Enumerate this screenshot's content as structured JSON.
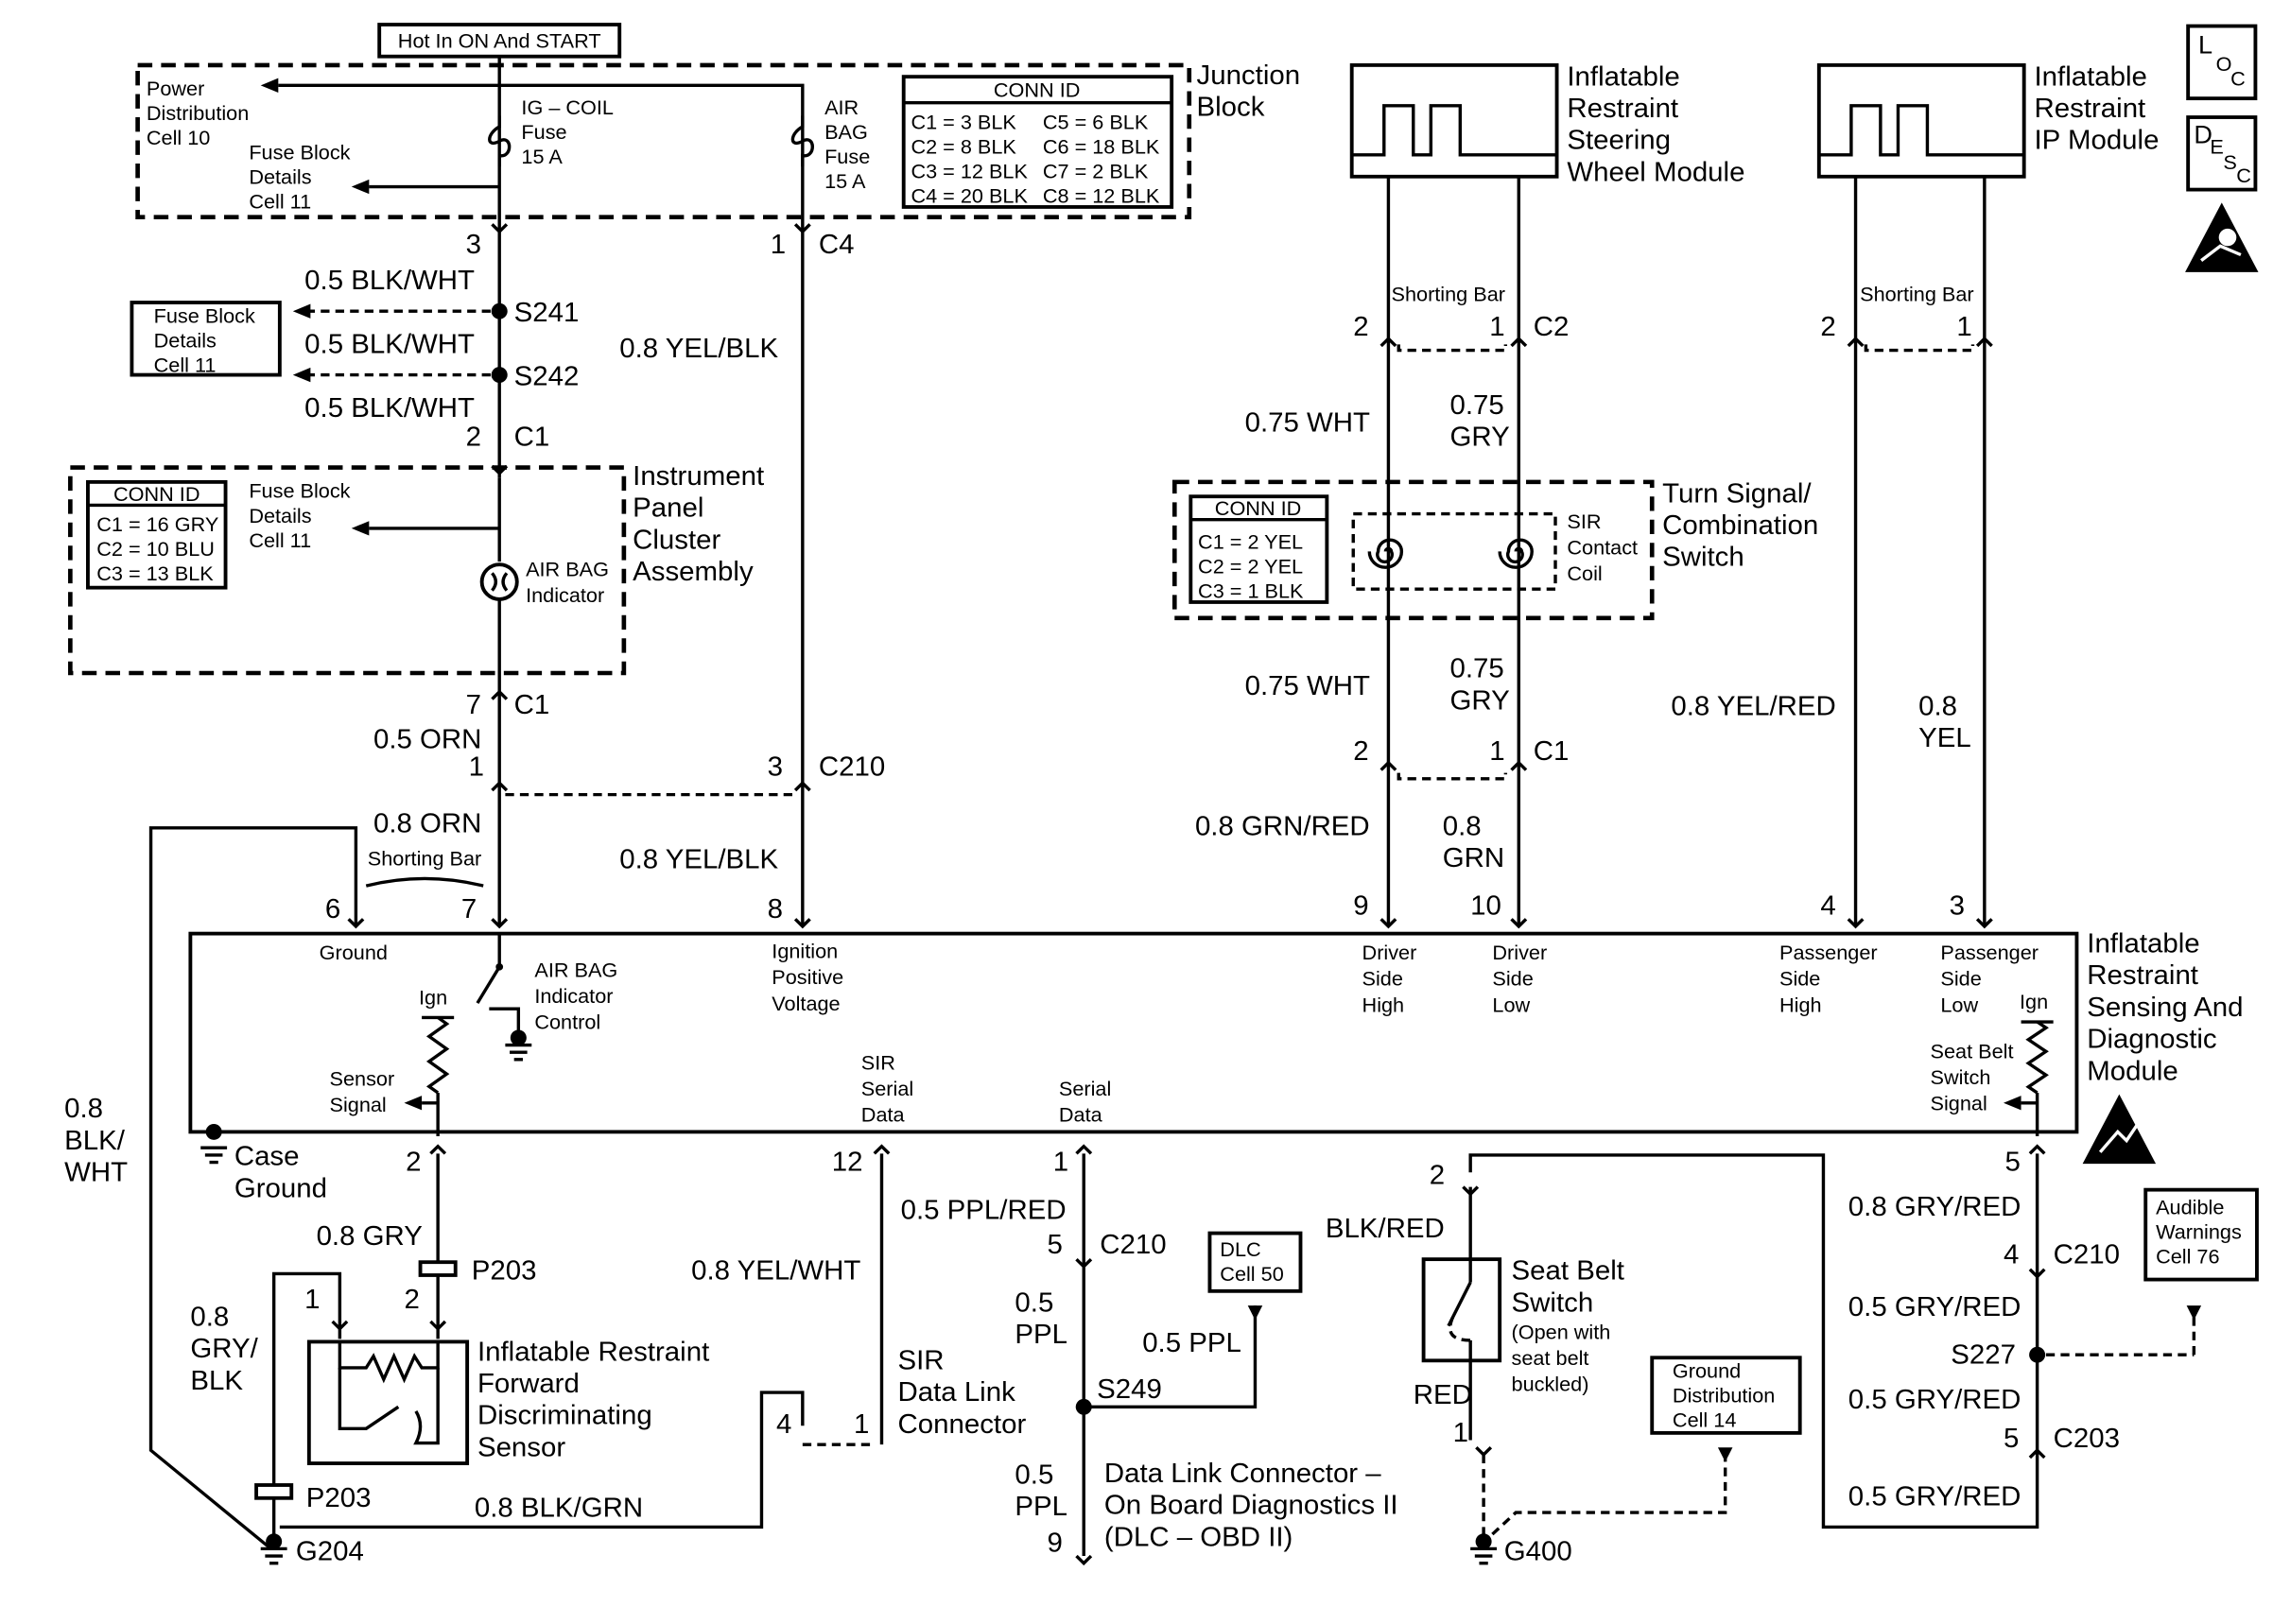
{
  "power": {
    "hot_label": "Hot In ON And START",
    "pdc": [
      "Power",
      "Distribution",
      "Cell 10"
    ],
    "fuse_block_details": [
      "Fuse Block",
      "Details",
      "Cell 11"
    ],
    "ig_coil_fuse": [
      "IG – COIL",
      "Fuse",
      "15 A"
    ],
    "airbag_fuse": [
      "AIR",
      "BAG",
      "Fuse",
      "15 A"
    ],
    "junction_block": [
      "Junction",
      "Block"
    ]
  },
  "connector_tables": {
    "junction": {
      "title": "CONN ID",
      "rows": [
        [
          "C1 = 3 BLK",
          "C5 = 6 BLK"
        ],
        [
          "C2 = 8 BLK",
          "C6 = 18 BLK"
        ],
        [
          "C3 = 12 BLK",
          "C7 = 2 BLK"
        ],
        [
          "C4 = 20 BLK",
          "C8 = 12 BLK"
        ]
      ]
    },
    "cluster": {
      "title": "CONN ID",
      "rows": [
        "C1 = 16 GRY",
        "C2 = 10 BLU",
        "C3 = 13 BLK"
      ]
    },
    "switch": {
      "title": "CONN ID",
      "rows": [
        "C1 = 2 YEL",
        "C2 = 2 YEL",
        "C3 = 1 BLK"
      ]
    }
  },
  "cluster": {
    "fuse_block_details": [
      "Fuse Block",
      "Details",
      "Cell 11"
    ],
    "indicator": [
      "AIR BAG",
      "Indicator"
    ],
    "name": [
      "Instrument",
      "Panel",
      "Cluster",
      "Assembly"
    ]
  },
  "modules": {
    "steering": [
      "Inflatable",
      "Restraint",
      "Steering",
      "Wheel Module"
    ],
    "ip": [
      "Inflatable",
      "Restraint",
      "IP Module"
    ],
    "shorting_bar": "Shorting Bar",
    "turn_switch": [
      "Turn Signal/",
      "Combination",
      "Switch"
    ],
    "contact_coil": [
      "SIR",
      "Contact",
      "Coil"
    ]
  },
  "sdm": {
    "name": [
      "Inflatable",
      "Restraint",
      "Sensing And",
      "Diagnostic",
      "Module"
    ],
    "ground": "Ground",
    "ign": "Ign",
    "airbag_control": [
      "AIR BAG",
      "Indicator",
      "Control"
    ],
    "ignition_voltage": [
      "Ignition",
      "Positive",
      "Voltage"
    ],
    "sensor_signal": [
      "Sensor",
      "Signal"
    ],
    "sir_serial_data": [
      "SIR",
      "Serial",
      "Data"
    ],
    "serial_data": [
      "Serial",
      "Data"
    ],
    "driver_high": [
      "Driver",
      "Side",
      "High"
    ],
    "driver_low": [
      "Driver",
      "Side",
      "Low"
    ],
    "pass_high": [
      "Passenger",
      "Side",
      "High"
    ],
    "pass_low": [
      "Passenger",
      "Side",
      "Low"
    ],
    "seat_belt_signal": [
      "Seat Belt",
      "Switch",
      "Signal"
    ],
    "case_ground": [
      "Case",
      "Ground"
    ]
  },
  "lower": {
    "fwd_sensor": [
      "Inflatable Restraint",
      "Forward",
      "Discriminating",
      "Sensor"
    ],
    "sir_dlc": [
      "SIR",
      "Data Link",
      "Connector"
    ],
    "dlc_ref": [
      "DLC",
      "Cell 50"
    ],
    "dlc": [
      "Data Link Connector –",
      "On Board Diagnostics II",
      "(DLC  –  OBD II)"
    ],
    "seat_belt_switch": [
      "Seat Belt",
      "Switch"
    ],
    "seat_belt_note": [
      "(Open with",
      "seat belt",
      "buckled)"
    ],
    "ground_dist": [
      "Ground",
      "Distribution",
      "Cell 14"
    ],
    "audible": [
      "Audible",
      "Warnings",
      "Cell 76"
    ]
  },
  "legend": {
    "loc": [
      "L",
      "O",
      "C"
    ],
    "desc": [
      "D",
      "E",
      "S",
      "C"
    ]
  },
  "wires": {
    "blk_wht": "0.5 BLK/WHT",
    "yel_blk": "0.8 YEL/BLK",
    "orn_05": "0.5 ORN",
    "orn_08": "0.8 ORN",
    "wht_075": "0.75 WHT",
    "gry_075": [
      "0.75",
      "GRY"
    ],
    "grn_red": "0.8 GRN/RED",
    "grn": [
      "0.8",
      "GRN"
    ],
    "yel_red": "0.8 YEL/RED",
    "yel": [
      "0.8",
      "YEL"
    ],
    "blk_wht_08": [
      "0.8",
      "BLK/",
      "WHT"
    ],
    "gry_08": "0.8 GRY",
    "gry_blk": [
      "0.8",
      "GRY/",
      "BLK"
    ],
    "blk_grn": "0.8 BLK/GRN",
    "yel_wht": "0.8 YEL/WHT",
    "ppl_red": "0.5 PPL/RED",
    "ppl_2line": [
      "0.5",
      "PPL"
    ],
    "ppl_1line": "0.5 PPL",
    "blk_red": "BLK/RED",
    "red": "RED",
    "gry_red_08": "0.8 GRY/RED",
    "gry_red_05": "0.5 GRY/RED"
  },
  "ids": {
    "splices": [
      "S241",
      "S242",
      "S249",
      "S227"
    ],
    "grounds": [
      "G204",
      "G400"
    ],
    "p203": "P203",
    "C1": "C1",
    "C2": "C2",
    "C4": "C4",
    "C203": "C203",
    "C210": "C210"
  },
  "pins": [
    "1",
    "2",
    "3",
    "4",
    "5",
    "6",
    "7",
    "8",
    "9",
    "10",
    "12"
  ]
}
